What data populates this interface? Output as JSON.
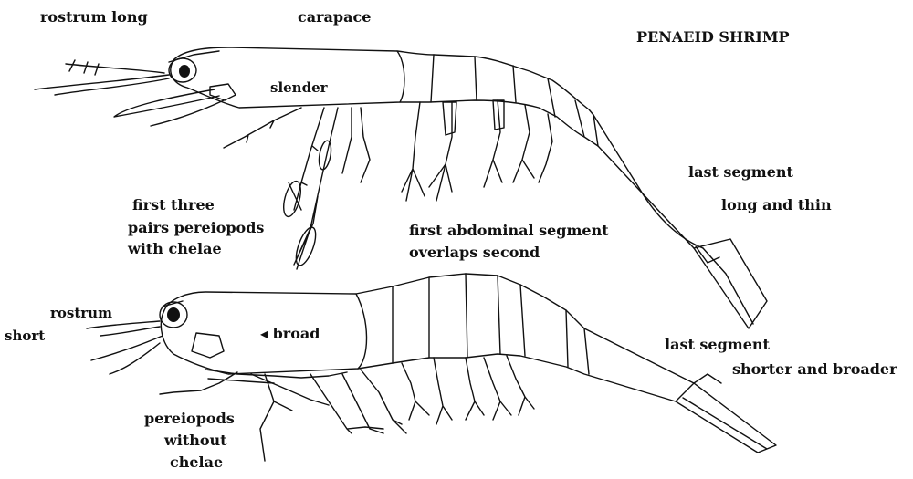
{
  "title": "PENAEID SHRIMP",
  "colors": {
    "ink": "#111111",
    "paper": "#ffffff"
  },
  "labels": {
    "rostrum_long": "rostrum long",
    "carapace": "carapace",
    "slender": "slender",
    "first_three_1": "first three",
    "first_three_2": "pairs pereiopods",
    "first_three_3": "with chelae",
    "first_abd_1": "first abdominal segment",
    "first_abd_2": "overlaps second",
    "last_seg_top_1": "last segment",
    "last_seg_top_2": "long and thin",
    "rostrum_short_1": "rostrum",
    "rostrum_short_2": "short",
    "broad": "broad",
    "last_seg_bot_1": "last segment",
    "last_seg_bot_2": "shorter and broader",
    "pereiopods_1": "pereiopods",
    "pereiopods_2": "without",
    "pereiopods_3": "chelae"
  }
}
